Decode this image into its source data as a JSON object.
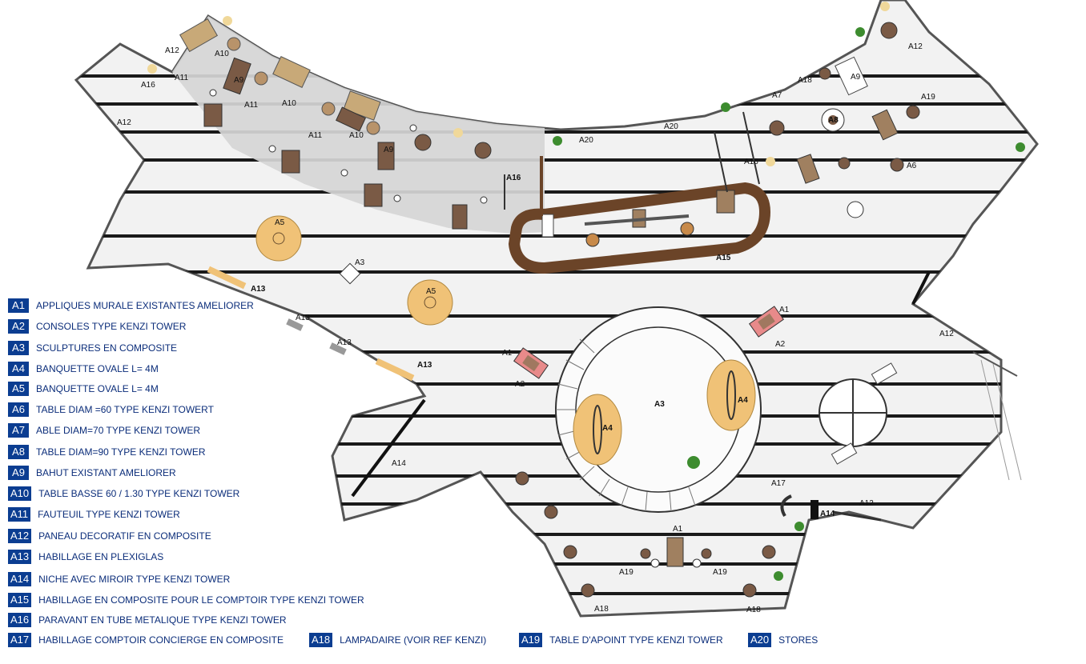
{
  "colors": {
    "legend_code_bg": "#0b3d91",
    "legend_text": "#0b2d7a",
    "stripe": "#1a1a1a",
    "floor": "#f2f2f2",
    "terrace": "#d6d6d6",
    "counter": "#6b4428",
    "banquette": "#f0c277",
    "console": "#e88a8a",
    "plant": "#3d8c2f"
  },
  "legend": [
    {
      "code": "A1",
      "text": "APPLIQUES MURALE EXISTANTES AMELIORER"
    },
    {
      "code": "A2",
      "text": "CONSOLES TYPE KENZI TOWER"
    },
    {
      "code": "A3",
      "text": "SCULPTURES EN COMPOSITE"
    },
    {
      "code": "A4",
      "text": "BANQUETTE OVALE L= 4M"
    },
    {
      "code": "A5",
      "text": "BANQUETTE OVALE L= 4M"
    },
    {
      "code": "A6",
      "text": "TABLE DIAM =60 TYPE KENZI TOWERT"
    },
    {
      "code": "A7",
      "text": "ABLE DIAM=70 TYPE KENZI TOWER"
    },
    {
      "code": "A8",
      "text": "TABLE DIAM=90 TYPE KENZI TOWER"
    },
    {
      "code": "A9",
      "text": "BAHUT EXISTANT AMELIORER"
    },
    {
      "code": "A10",
      "text": "TABLE BASSE 60 / 1.30 TYPE KENZI TOWER"
    },
    {
      "code": "A11",
      "text": "FAUTEUIL TYPE KENZI TOWER"
    },
    {
      "code": "A12",
      "text": "PANEAU DECORATIF EN COMPOSITE"
    },
    {
      "code": "A13",
      "text": "HABILLAGE EN PLEXIGLAS"
    },
    {
      "code": "A14",
      "text": "NICHE AVEC MIROIR TYPE KENZI TOWER"
    },
    {
      "code": "A15",
      "text": "HABILLAGE EN COMPOSITE POUR LE COMPTOIR TYPE KENZI TOWER"
    },
    {
      "code": "A16",
      "text": "PARAVANT EN TUBE METALIQUE TYPE KENZI TOWER"
    },
    {
      "code": "A17",
      "text": "HABILLAGE COMPTOIR CONCIERGE EN COMPOSITE"
    }
  ],
  "legend_bottom": [
    {
      "code": "A18",
      "text": "LAMPADAIRE (VOIR REF KENZI)"
    },
    {
      "code": "A19",
      "text": "TABLE D'APOINT TYPE KENZI TOWER"
    },
    {
      "code": "A20",
      "text": "STORES"
    }
  ],
  "plan_labels": {
    "a12_top_left": "A12",
    "a10_a": "A10",
    "a11_a": "A11",
    "a9_a": "A9",
    "a11_b": "A11",
    "a10_b": "A10",
    "a16_left": "A16",
    "a12_left": "A12",
    "a11_c": "A11",
    "a10_c": "A10",
    "a9_b": "A9",
    "a16_mid": "A16",
    "a20_left": "A20",
    "a20_right": "A20",
    "a18_top": "A18",
    "a9_right": "A9",
    "a12_top_right": "A12",
    "a7": "A7",
    "a19_top": "A19",
    "a8": "A8",
    "a16_right": "A16",
    "a6": "A6",
    "a5_upper": "A5",
    "a3_upper": "A3",
    "a15": "A15",
    "a13_a": "A13",
    "a5_lower": "A5",
    "a13_b": "A13",
    "a13_c": "A13",
    "a13_d": "A13",
    "a1_right": "A1",
    "a2_right": "A2",
    "a12_right": "A12",
    "a1_left": "A1",
    "a2_left": "A2",
    "a3_center": "A3",
    "a4_left": "A4",
    "a4_right": "A4",
    "a14_left": "A14",
    "a17": "A17",
    "a14_right": "A14",
    "a12_bottom_right": "A12",
    "a1_bottom": "A1",
    "a19_bottom_left": "A19",
    "a19_bottom_right": "A19",
    "a18_bottom_left": "A18",
    "a18_bottom_right": "A18"
  }
}
